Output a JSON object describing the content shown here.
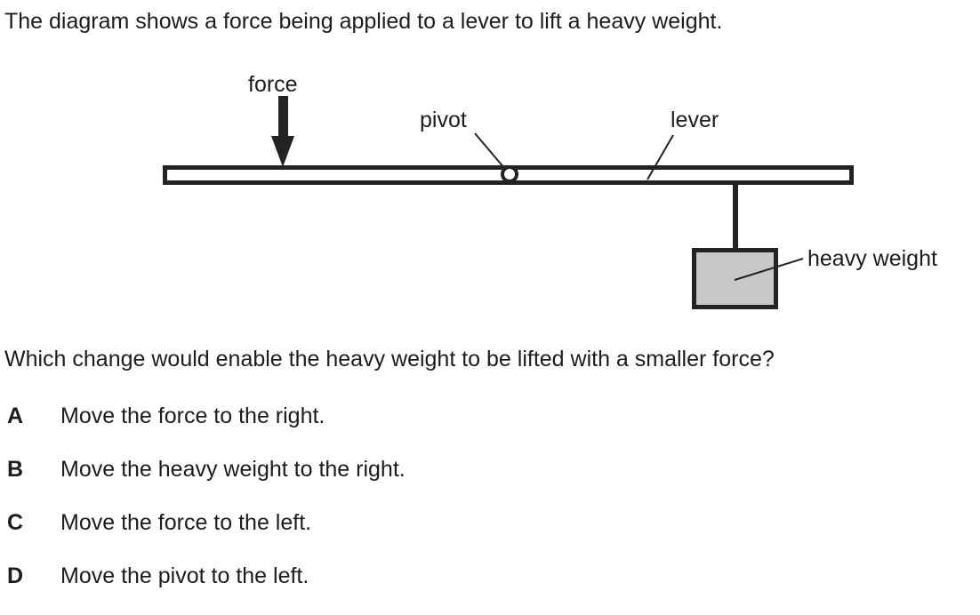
{
  "intro": {
    "text": "The diagram shows a force being applied to a lever to lift a heavy weight."
  },
  "diagram": {
    "labels": {
      "force": "force",
      "pivot": "pivot",
      "lever": "lever",
      "heavy_weight": "heavy weight"
    },
    "colors": {
      "stroke": "#232323",
      "weight_fill": "#c8c8c8",
      "background": "#ffffff"
    }
  },
  "question": {
    "text": "Which change would enable the heavy weight to be lifted with a smaller force?"
  },
  "options": [
    {
      "letter": "A",
      "text": "Move the force to the right."
    },
    {
      "letter": "B",
      "text": "Move the heavy weight to the right."
    },
    {
      "letter": "C",
      "text": "Move the force to the left."
    },
    {
      "letter": "D",
      "text": "Move the pivot to the left."
    }
  ]
}
